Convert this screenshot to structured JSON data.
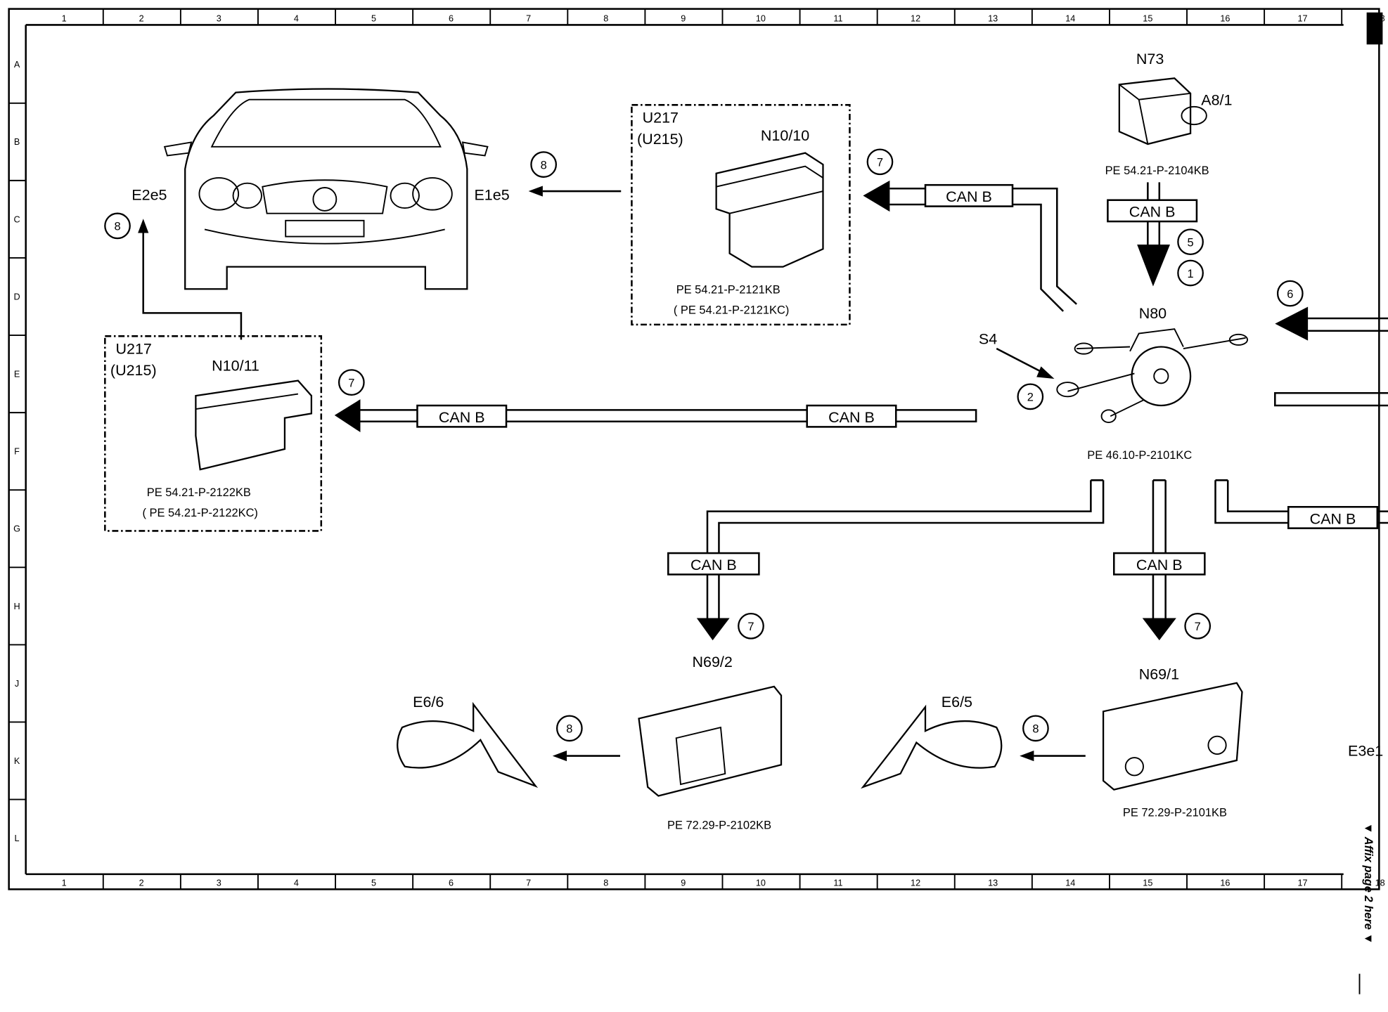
{
  "grid": {
    "columns": [
      "1",
      "2",
      "3",
      "4",
      "5",
      "6",
      "7",
      "8",
      "9",
      "10",
      "11",
      "12",
      "13",
      "14",
      "15",
      "16",
      "17",
      "18"
    ],
    "rows": [
      "A",
      "B",
      "C",
      "D",
      "E",
      "F",
      "G",
      "H",
      "J",
      "K",
      "L"
    ]
  },
  "bus_label": "CAN B",
  "components": {
    "car_left_light": "E2e5",
    "car_right_light": "E1e5",
    "sam_front_group": "U217",
    "sam_front_group_alt": "(U215)",
    "sam_front": "N10/10",
    "sam_rear_group": "U217",
    "sam_rear_group_alt": "(U215)",
    "sam_rear": "N10/11",
    "ignition": "N73",
    "ignition_key": "A8/1",
    "steering_module": "N80",
    "combination_switch": "S4",
    "door_left": "N69/2",
    "door_right": "N69/1",
    "mirror_left": "E6/6",
    "mirror_right": "E6/5",
    "right_edge": "E3e1"
  },
  "references": {
    "n73": "PE 54.21-P-2104KB",
    "n10_10": "PE 54.21-P-2121KB",
    "n10_10_alt": "(     PE 54.21-P-2121KC)",
    "n10_11": "PE 54.21-P-2122KB",
    "n10_11_alt": "(     PE 54.21-P-2122KC)",
    "n80": "PE 46.10-P-2101KC",
    "n69_2": "PE 72.29-P-2102KB",
    "n69_1": "PE 72.29-P-2101KB"
  },
  "callouts": {
    "c8_left": "8",
    "c8_top": "8",
    "c7_top": "7",
    "c5": "5",
    "c1": "1",
    "c6": "6",
    "c7_mid": "7",
    "c2": "2",
    "c7_left_down": "7",
    "c7_right_down": "7",
    "c8_mirror_left": "8",
    "c8_mirror_right": "8"
  },
  "side_note": "▼ Affix page 2 here ▼"
}
